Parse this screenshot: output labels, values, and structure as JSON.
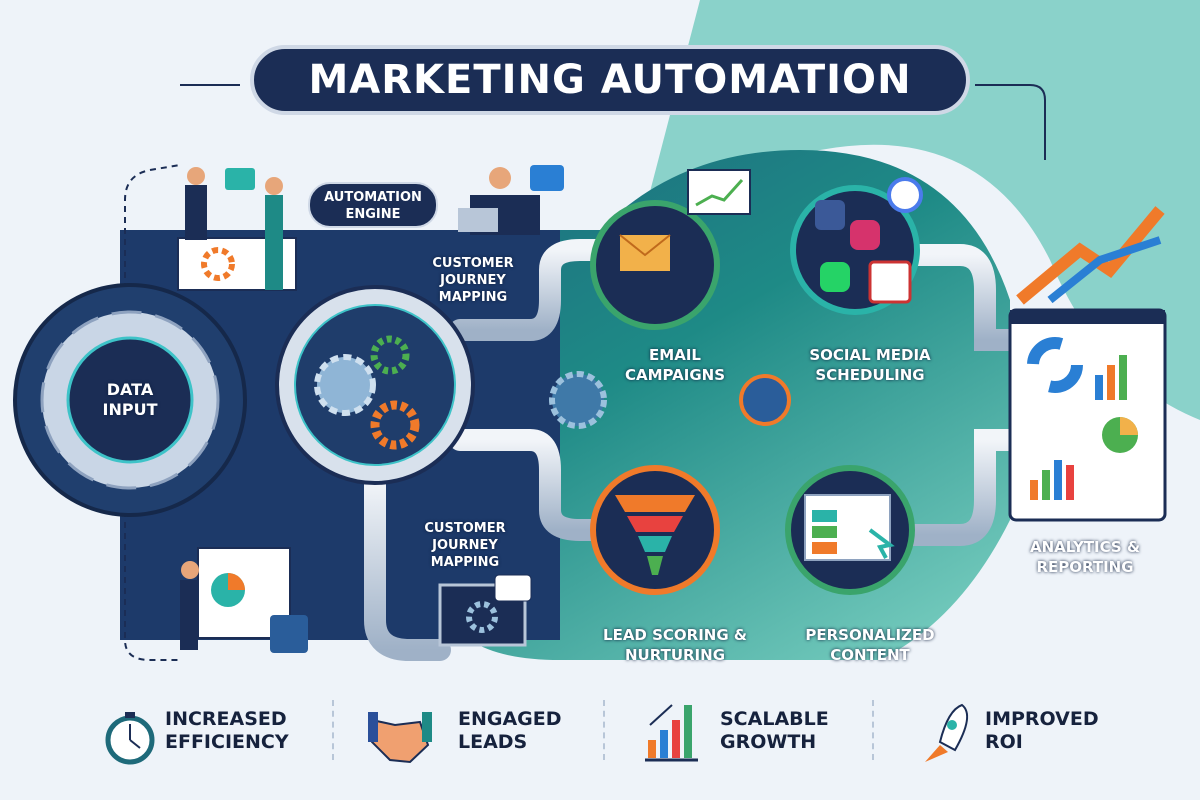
{
  "title": "MARKETING AUTOMATION",
  "engine_label": "AUTOMATION ENGINE",
  "data_input": "DATA INPUT",
  "journey_top": "CUSTOMER JOURNEY MAPPING",
  "journey_bottom": "CUSTOMER JOURNEY MAPPING",
  "stages": {
    "email": "EMAIL CAMPAIGNS",
    "social": "SOCIAL MEDIA SCHEDULING",
    "lead": "LEAD SCORING & NURTURING",
    "personalized": "PERSONALIZED CONTENT",
    "analytics": "ANALYTICS & REPORTING"
  },
  "benefits": [
    {
      "label": "INCREASED EFFICIENCY",
      "icon": "stopwatch-icon"
    },
    {
      "label": "ENGAGED LEADS",
      "icon": "handshake-icon"
    },
    {
      "label": "SCALABLE GROWTH",
      "icon": "bar-chart-growth-icon"
    },
    {
      "label": "IMPROVED ROI",
      "icon": "rocket-icon"
    }
  ],
  "colors": {
    "navy": "#1b2d55",
    "teal": "#1e8a8a",
    "orange": "#f07a2a",
    "green": "#4caf50"
  }
}
